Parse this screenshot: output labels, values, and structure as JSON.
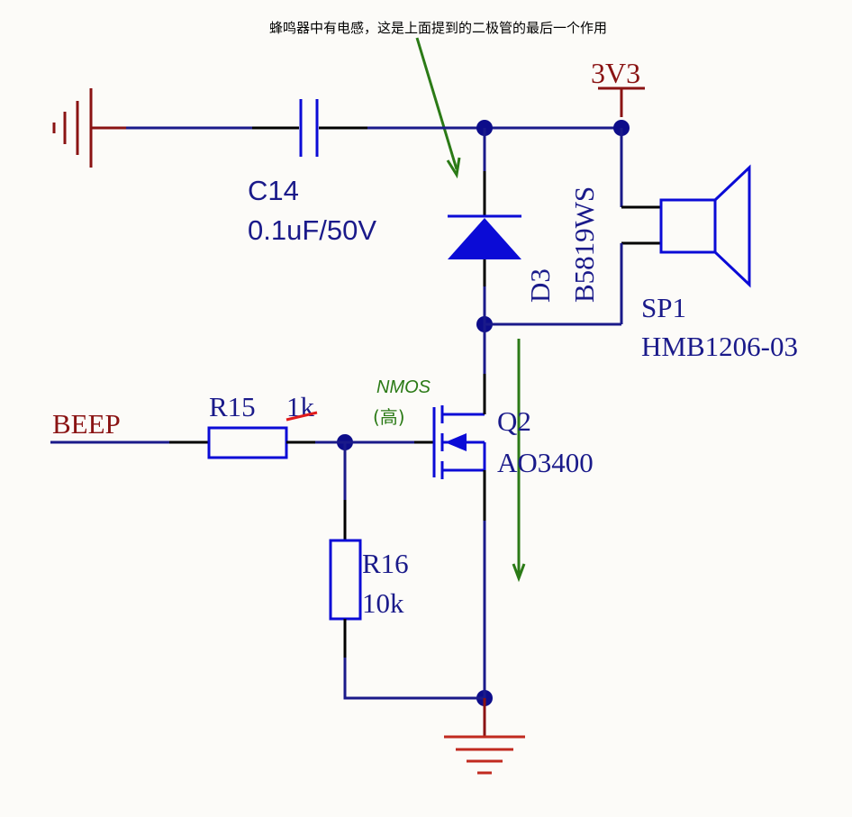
{
  "annotation": {
    "note_text": "蜂鸣器中有电感，这是上面提到的二极管的最后一个作用",
    "nmos_label": "NMOS",
    "nmos_sub": "(高)"
  },
  "components": {
    "power": {
      "label": "3V3"
    },
    "capacitor": {
      "ref": "C14",
      "value": "0.1uF/50V"
    },
    "diode": {
      "ref": "D3",
      "value": "B5819WS"
    },
    "speaker": {
      "ref": "SP1",
      "value": "HMB1206-03"
    },
    "net_beep": {
      "label": "BEEP"
    },
    "r15": {
      "ref": "R15",
      "value": "1k"
    },
    "mosfet": {
      "ref": "Q2",
      "value": "AO3400"
    },
    "r16": {
      "ref": "R16",
      "value": "10k"
    }
  },
  "colors": {
    "wire": "#1a1a8a",
    "component": "#0b0bd6",
    "power": "#8a1313",
    "annotation": "#2b7a16"
  }
}
